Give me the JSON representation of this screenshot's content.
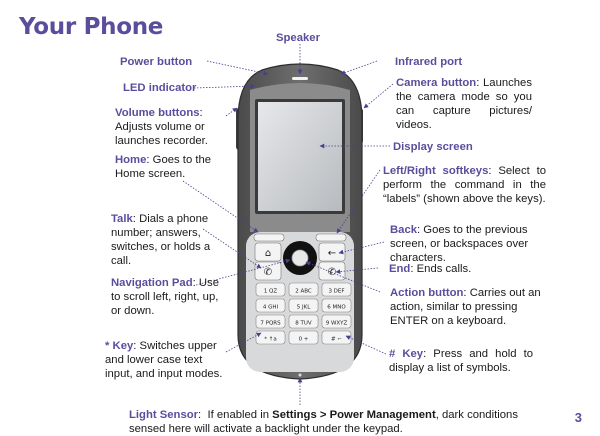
{
  "page": {
    "title": "Your Phone",
    "page_number": "3"
  },
  "labels": {
    "speaker": {
      "name": "Speaker"
    },
    "power": {
      "name": "Power button"
    },
    "led": {
      "name": "LED indicator"
    },
    "volume": {
      "name": "Volume buttons",
      "desc": "Adjusts volume or launches recorder."
    },
    "home": {
      "name": "Home",
      "desc": "Goes to the Home screen."
    },
    "talk": {
      "name": "Talk",
      "desc": "Dials a phone number; answers, switches, or holds a call."
    },
    "navpad": {
      "name": "Navigation Pad",
      "desc": "Use to scroll left, right, up, or down."
    },
    "star": {
      "name": "* Key",
      "desc": "Switches upper and lower case text input, and input modes."
    },
    "infrared": {
      "name": "Infrared port"
    },
    "camera": {
      "name": "Camera button",
      "desc": "Launches the camera mode so you can capture pictures/ videos."
    },
    "display": {
      "name": "Display screen"
    },
    "softkeys": {
      "name": "Left/Right softkeys",
      "desc": "Select to perform the command in the “labels” (shown above the keys)."
    },
    "back": {
      "name": "Back",
      "desc": "Goes to the previous screen, or backspaces over characters."
    },
    "end": {
      "name": "End",
      "desc": "Ends calls."
    },
    "action": {
      "name": "Action button",
      "desc": "Carries out an action, similar to pressing ENTER on a keyboard."
    },
    "hash": {
      "name": "# Key",
      "desc": "Press and hold to display a list of symbols."
    },
    "light": {
      "name": "Light Sensor",
      "desc_1": "If enabled in",
      "menu_path": "Settings > Power Management",
      "desc_2": ", dark conditions sensed here will activate a backlight under the keypad."
    }
  },
  "keypad": {
    "keys": [
      "1 QZ",
      "2 ABC",
      "3 DEF",
      "4 GHI",
      "5 JKL",
      "6 MNO",
      "7 PQRS",
      "8 TUV",
      "9 WXYZ",
      "* ↑a",
      "0 +",
      "# ⌐"
    ]
  },
  "colors": {
    "accent": "#5b4d9c",
    "phone_body": "#5e5e5e",
    "phone_face": "#d7d9db",
    "screen": "#c8cbce"
  }
}
